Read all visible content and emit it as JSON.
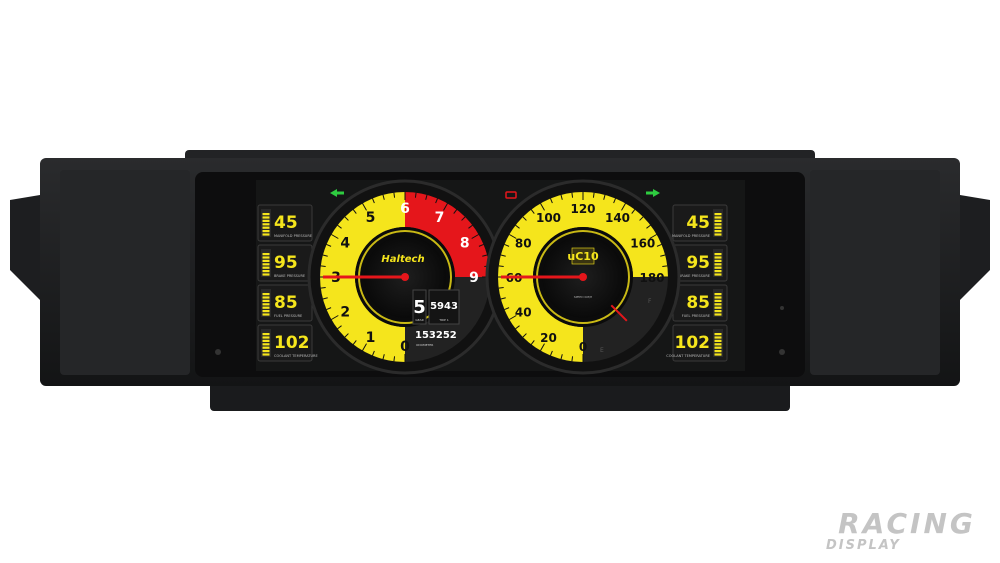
{
  "brand": {
    "logo_text": "Haltech",
    "model": "uC10"
  },
  "colors": {
    "yellow": "#f5e51c",
    "red": "#e5161b",
    "green": "#2ecc40",
    "bezel": "#1b1c1e"
  },
  "indicators": {
    "left_arrow": "turn-left-icon",
    "right_arrow": "turn-right-icon",
    "engine": "check-engine-icon"
  },
  "tacho": {
    "labels": [
      "0",
      "1",
      "2",
      "3",
      "4",
      "5",
      "6",
      "7",
      "8",
      "9"
    ],
    "max": 9,
    "redline": 6,
    "needle": 3
  },
  "speedo": {
    "labels": [
      "0",
      "20",
      "40",
      "60",
      "80",
      "100",
      "120",
      "140",
      "160",
      "180"
    ],
    "max": 180,
    "needle": 60,
    "unit": "SPEED KM/H"
  },
  "fuel": {
    "empty": "E",
    "full": "F",
    "level": 0.5
  },
  "info": {
    "gear": "5",
    "gear_label": "GEAR",
    "trip": "5943",
    "trip_label": "TRIP 1",
    "odometer": "153252",
    "odometer_label": "ODOMETER"
  },
  "left_sensors": [
    {
      "value": "45",
      "label": "MANIFOLD PRESSURE"
    },
    {
      "value": "95",
      "label": "BRAKE PRESSURE"
    },
    {
      "value": "85",
      "label": "FUEL PRESSURE"
    },
    {
      "value": "102",
      "label": "COOLANT TEMPERATURE"
    }
  ],
  "right_sensors": [
    {
      "value": "45",
      "label": "MANIFOLD PRESSURE"
    },
    {
      "value": "95",
      "label": "BRAKE PRESSURE"
    },
    {
      "value": "85",
      "label": "FUEL PRESSURE"
    },
    {
      "value": "102",
      "label": "COOLANT TEMPERATURE"
    }
  ],
  "watermark": {
    "line1": "RACING",
    "line2": "DISPLAY"
  }
}
